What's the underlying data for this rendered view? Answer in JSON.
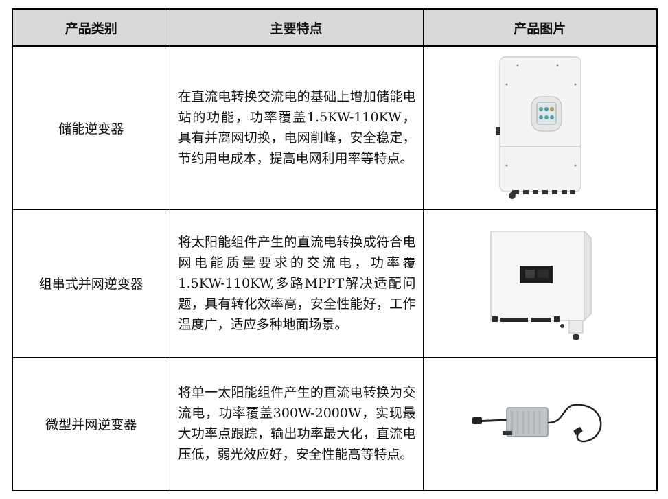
{
  "table": {
    "headers": [
      "产品类别",
      "主要特点",
      "产品图片"
    ],
    "rows": [
      {
        "category": "储能逆变器",
        "features": "在直流电转换交流电的基础上增加储能电站的功能，功率覆盖1.5KW-110KW，具有并离网切换，电网削峰，安全稳定，节约用电成本，提高电网利用率等特点。",
        "image_icon": "storage-inverter-icon"
      },
      {
        "category": "组串式并网逆变器",
        "features": "将太阳能组件产生的直流电转换成符合电网电能质量要求的交流电，功率覆1.5KW-110KW,多路MPPT解决适配问题，具有转化效率高，安全性能好，工作温度广，适应多种地面场景。",
        "image_icon": "string-inverter-icon"
      },
      {
        "category": "微型并网逆变器",
        "features": "将单一太阳能组件产生的直流电转换为交流电，功率覆盖300W-2000W，实现最大功率点跟踪，输出功率最大化，直流电压低，弱光效应好，安全性能高等特点。",
        "image_icon": "micro-inverter-icon"
      }
    ]
  }
}
